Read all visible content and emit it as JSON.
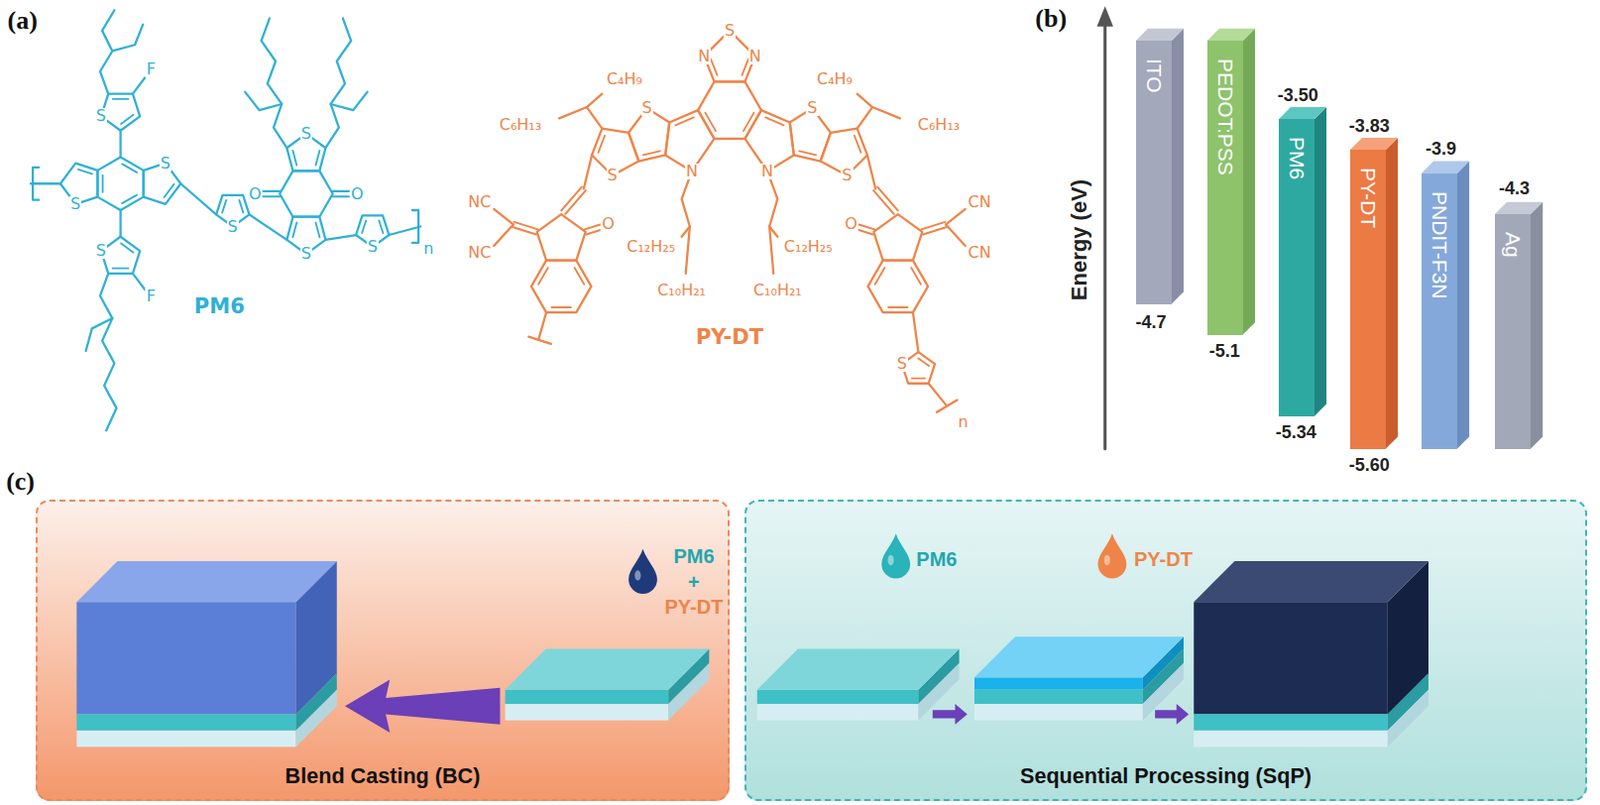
{
  "diagram": {
    "nodes": [
      {
        "text": [
          "ITO"
        ]
      },
      {
        "text": [
          "PEDOT:PSS"
        ]
      },
      {
        "text": [
          "PM6"
        ]
      },
      {
        "text": [
          "PY-DT"
        ]
      },
      {
        "text": [
          "PNDIT-F3N"
        ]
      },
      {
        "text": [
          "Ag"
        ]
      },
      {
        "text": [
          "Blend Casting (BC)"
        ]
      },
      {
        "text": [
          "Sequential Processing (SqP)"
        ]
      }
    ],
    "labels": [
      "(a)",
      "F",
      "S",
      "S",
      "S",
      "F",
      "S",
      "S",
      "S",
      "O",
      "O",
      "S",
      "S",
      "n",
      "PM6",
      "N",
      "S",
      "N",
      "C₆H₁₃",
      "C₄H₉",
      "C₄H₉",
      "C₆H₁₃",
      "S",
      "S",
      "S",
      "S",
      "N",
      "N",
      "NC",
      "NC",
      "O",
      "C₁₂H₂₅",
      "C₁₀H₂₁",
      "C₁₂H₂₅",
      "C₁₀H₂₁",
      "O",
      "CN",
      "CN",
      "S",
      "n",
      "PY-DT",
      "(b)",
      "Energy (eV)",
      "-4.7",
      "-5.1",
      "-3.50",
      "-5.34",
      "-3.83",
      "-5.60",
      "-3.9",
      "-4.3",
      "(c)",
      "PM6",
      "+",
      "PY-DT",
      "PM6",
      "PY-DT"
    ]
  }
}
